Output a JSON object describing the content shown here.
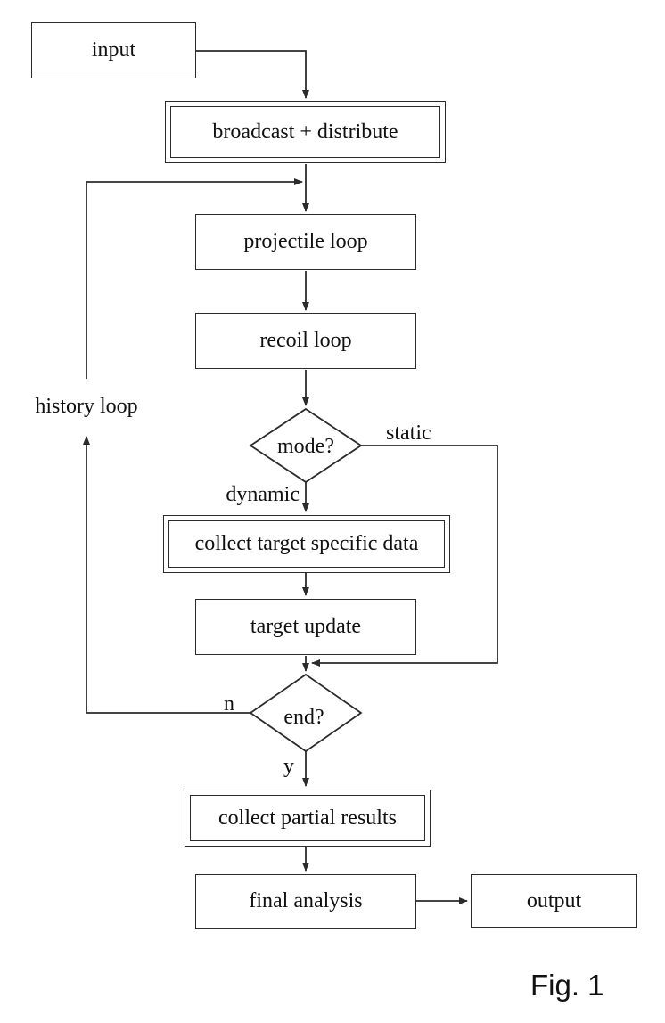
{
  "figure": {
    "caption": "Fig. 1"
  },
  "nodes": {
    "input": "input",
    "broadcast": "broadcast + distribute",
    "projectile_loop": "projectile loop",
    "recoil_loop": "recoil loop",
    "mode_decision": "mode?",
    "collect_target": "collect target specific data",
    "target_update": "target update",
    "end_decision": "end?",
    "collect_partial": "collect partial results",
    "final_analysis": "final analysis",
    "output": "output"
  },
  "edge_labels": {
    "static_branch": "static",
    "dynamic_branch": "dynamic",
    "no_branch": "n",
    "yes_branch": "y",
    "history_loop": "history loop"
  },
  "colors": {
    "line": "#2b2b2b",
    "text": "#111111",
    "background": "#ffffff"
  }
}
